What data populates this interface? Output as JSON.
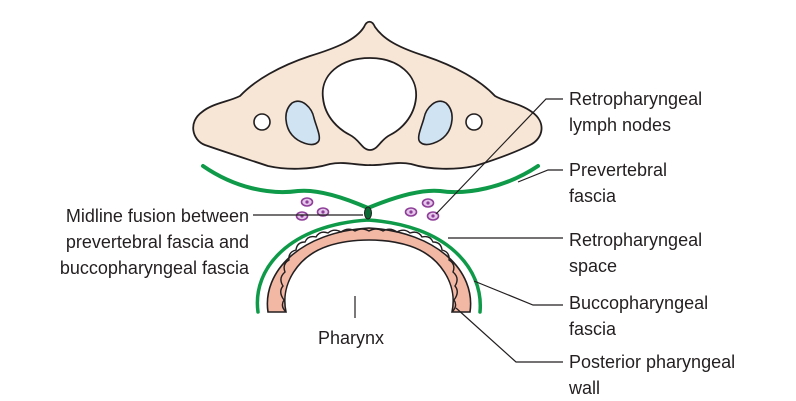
{
  "labels": {
    "retropharyngeal_lymph_nodes": [
      "Retropharyngeal",
      "lymph nodes"
    ],
    "prevertebral_fascia": [
      "Prevertebral",
      "fascia"
    ],
    "retropharyngeal_space": [
      "Retropharyngeal",
      "space"
    ],
    "buccopharyngeal_fascia": [
      "Buccopharyngeal",
      "fascia"
    ],
    "posterior_pharyngeal_wall": [
      "Posterior pharyngeal",
      "wall"
    ],
    "midline_fusion": [
      "Midline fusion between",
      "prevertebral fascia and",
      "buccopharyngeal fascia"
    ],
    "pharynx": "Pharynx"
  },
  "colors": {
    "vertebra_fill": "#f7e6d5",
    "outline": "#231f20",
    "foramen_fill": "#cfe3f3",
    "fascia_green": "#0e9a48",
    "wall_fill": "#f3b8a4",
    "lymph_node": "#8e3d98"
  }
}
